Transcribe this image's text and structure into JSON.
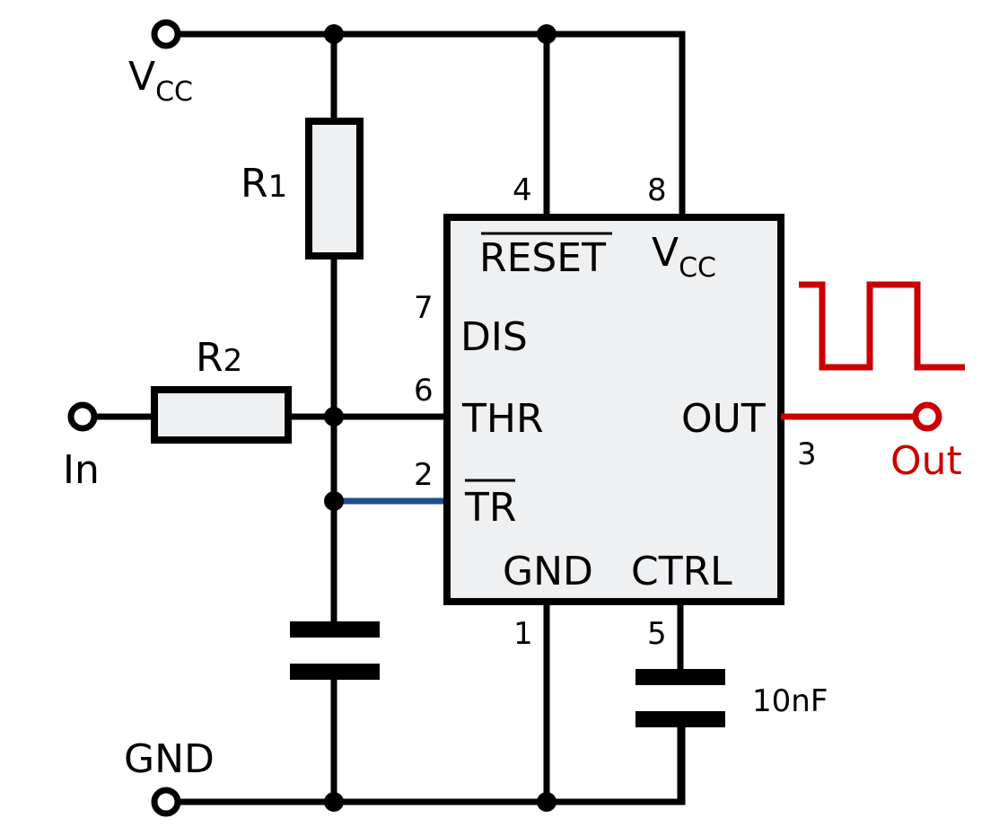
{
  "terminals": {
    "vcc_main": "V",
    "vcc_sub": "CC",
    "gnd": "GND",
    "input": "In",
    "output": "Out"
  },
  "components": {
    "r1_main": "R",
    "r1_sub": "1",
    "r2_main": "R",
    "r2_sub": "2",
    "ctrl_cap_value": "10nF"
  },
  "ic": {
    "reset": "RESET",
    "vcc_main": "V",
    "vcc_sub": "CC",
    "dis": "DIS",
    "thr": "THR",
    "tr": "TR",
    "out": "OUT",
    "gnd": "GND",
    "ctrl": "CTRL"
  },
  "pins": {
    "reset": "4",
    "vcc": "8",
    "dis": "7",
    "thr": "6",
    "tr": "2",
    "out": "3",
    "gnd": "1",
    "ctrl": "5"
  },
  "colors": {
    "wire": "#000000",
    "output": "#cc0000",
    "trigger": "#1f4e8c",
    "ic_fill": "#eff0f2"
  }
}
